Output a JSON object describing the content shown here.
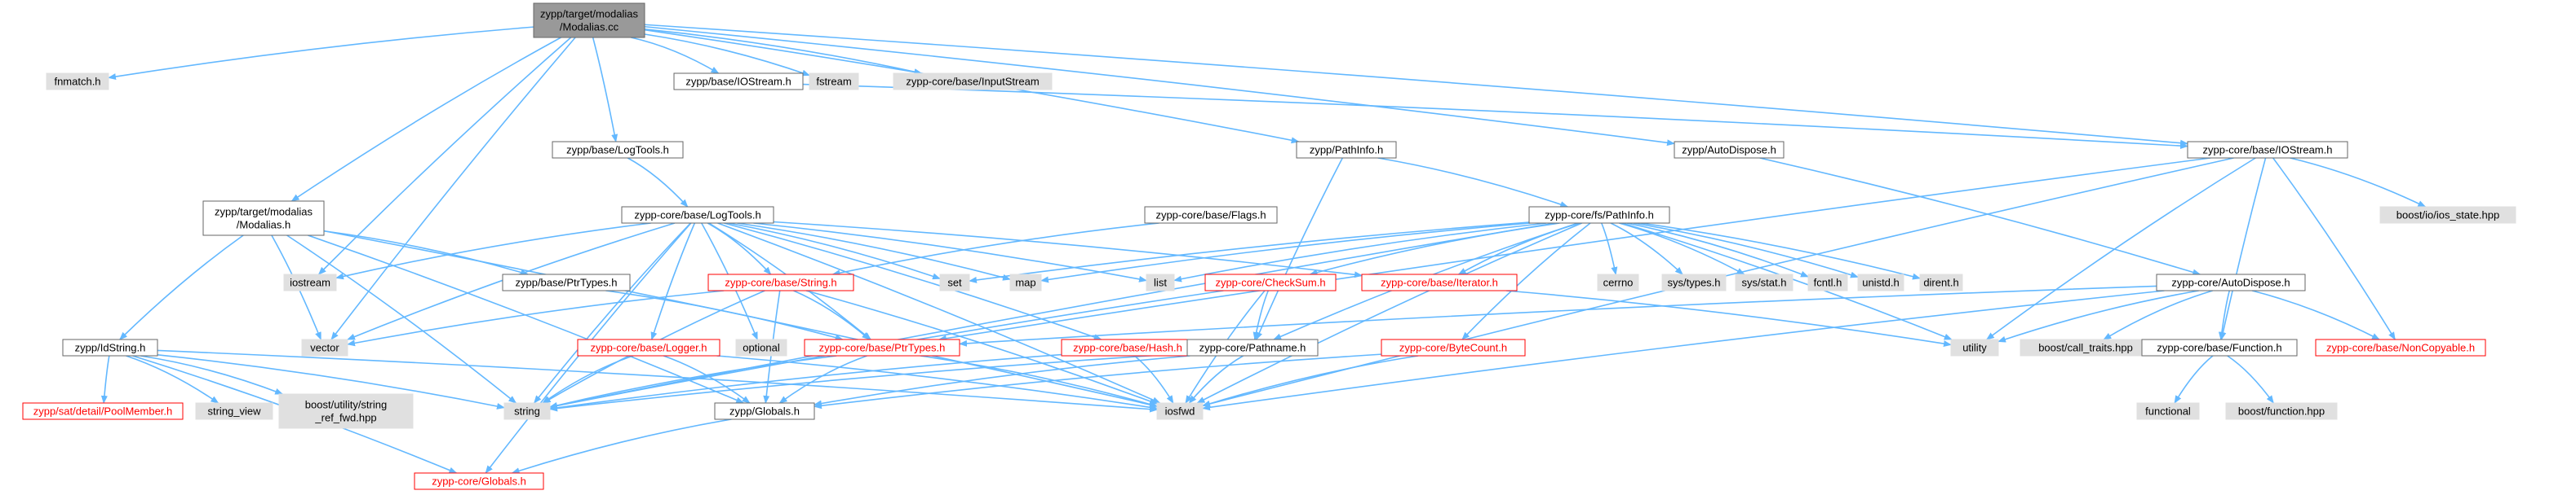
{
  "colors": {
    "edge": "#63b8ff",
    "border_normal": "#666666",
    "border_red": "#ff0000",
    "fill_root": "#999999",
    "fill_white": "#ffffff",
    "fill_gray": "#e0e0e0",
    "text": "#000000",
    "text_red": "#ff0000"
  },
  "nodes": [
    {
      "id": "modalias_cc",
      "lines": [
        "zypp/target/modalias",
        "/Modalias.cc"
      ],
      "style": "root"
    },
    {
      "id": "fnmatch",
      "lines": [
        "fnmatch.h"
      ],
      "style": "gray"
    },
    {
      "id": "base_iostream",
      "lines": [
        "zypp/base/IOStream.h"
      ],
      "style": "white"
    },
    {
      "id": "fstream",
      "lines": [
        "fstream"
      ],
      "style": "gray"
    },
    {
      "id": "inputstream",
      "lines": [
        "zypp-core/base/InputStream"
      ],
      "style": "gray"
    },
    {
      "id": "base_logtools",
      "lines": [
        "zypp/base/LogTools.h"
      ],
      "style": "white"
    },
    {
      "id": "pathinfo",
      "lines": [
        "zypp/PathInfo.h"
      ],
      "style": "white"
    },
    {
      "id": "autodispose",
      "lines": [
        "zypp/AutoDispose.h"
      ],
      "style": "white"
    },
    {
      "id": "core_iostream",
      "lines": [
        "zypp-core/base/IOStream.h"
      ],
      "style": "white"
    },
    {
      "id": "modalias_h",
      "lines": [
        "zypp/target/modalias",
        "/Modalias.h"
      ],
      "style": "white"
    },
    {
      "id": "core_logtools",
      "lines": [
        "zypp-core/base/LogTools.h"
      ],
      "style": "white"
    },
    {
      "id": "flags",
      "lines": [
        "zypp-core/base/Flags.h"
      ],
      "style": "white"
    },
    {
      "id": "fs_pathinfo",
      "lines": [
        "zypp-core/fs/PathInfo.h"
      ],
      "style": "white"
    },
    {
      "id": "ios_state",
      "lines": [
        "boost/io/ios_state.hpp"
      ],
      "style": "gray"
    },
    {
      "id": "iostream",
      "lines": [
        "iostream"
      ],
      "style": "gray"
    },
    {
      "id": "ptrtypes_base",
      "lines": [
        "zypp/base/PtrTypes.h"
      ],
      "style": "white"
    },
    {
      "id": "core_string",
      "lines": [
        "zypp-core/base/String.h"
      ],
      "style": "red"
    },
    {
      "id": "set",
      "lines": [
        "set"
      ],
      "style": "gray"
    },
    {
      "id": "map",
      "lines": [
        "map"
      ],
      "style": "gray"
    },
    {
      "id": "list",
      "lines": [
        "list"
      ],
      "style": "gray"
    },
    {
      "id": "checksum",
      "lines": [
        "zypp-core/CheckSum.h"
      ],
      "style": "red"
    },
    {
      "id": "iterator",
      "lines": [
        "zypp-core/base/Iterator.h"
      ],
      "style": "red"
    },
    {
      "id": "cerrno",
      "lines": [
        "cerrno"
      ],
      "style": "gray"
    },
    {
      "id": "sys_types",
      "lines": [
        "sys/types.h"
      ],
      "style": "gray"
    },
    {
      "id": "sys_stat",
      "lines": [
        "sys/stat.h"
      ],
      "style": "gray"
    },
    {
      "id": "fcntl",
      "lines": [
        "fcntl.h"
      ],
      "style": "gray"
    },
    {
      "id": "unistd",
      "lines": [
        "unistd.h"
      ],
      "style": "gray"
    },
    {
      "id": "dirent",
      "lines": [
        "dirent.h"
      ],
      "style": "gray"
    },
    {
      "id": "core_autodispose",
      "lines": [
        "zypp-core/AutoDispose.h"
      ],
      "style": "white"
    },
    {
      "id": "vector",
      "lines": [
        "vector"
      ],
      "style": "gray"
    },
    {
      "id": "optional",
      "lines": [
        "optional"
      ],
      "style": "gray"
    },
    {
      "id": "core_ptrtypes",
      "lines": [
        "zypp-core/base/PtrTypes.h"
      ],
      "style": "red"
    },
    {
      "id": "hash",
      "lines": [
        "zypp-core/base/Hash.h"
      ],
      "style": "red"
    },
    {
      "id": "pathname",
      "lines": [
        "zypp-core/Pathname.h"
      ],
      "style": "white"
    },
    {
      "id": "bytecount",
      "lines": [
        "zypp-core/ByteCount.h"
      ],
      "style": "red"
    },
    {
      "id": "utility",
      "lines": [
        "utility"
      ],
      "style": "gray"
    },
    {
      "id": "call_traits",
      "lines": [
        "boost/call_traits.hpp"
      ],
      "style": "gray"
    },
    {
      "id": "function",
      "lines": [
        "zypp-core/base/Function.h"
      ],
      "style": "white"
    },
    {
      "id": "noncopyable",
      "lines": [
        "zypp-core/base/NonCopyable.h"
      ],
      "style": "red"
    },
    {
      "id": "idstring",
      "lines": [
        "zypp/IdString.h"
      ],
      "style": "white"
    },
    {
      "id": "logger",
      "lines": [
        "zypp-core/base/Logger.h"
      ],
      "style": "red"
    },
    {
      "id": "poolmember",
      "lines": [
        "zypp/sat/detail/PoolMember.h"
      ],
      "style": "red"
    },
    {
      "id": "string_view",
      "lines": [
        "string_view"
      ],
      "style": "gray"
    },
    {
      "id": "string_ref",
      "lines": [
        "boost/utility/string",
        "_ref_fwd.hpp"
      ],
      "style": "gray"
    },
    {
      "id": "string",
      "lines": [
        "string"
      ],
      "style": "gray"
    },
    {
      "id": "globals_zypp",
      "lines": [
        "zypp/Globals.h"
      ],
      "style": "white"
    },
    {
      "id": "iosfwd",
      "lines": [
        "iosfwd"
      ],
      "style": "gray"
    },
    {
      "id": "functional",
      "lines": [
        "functional"
      ],
      "style": "gray"
    },
    {
      "id": "boost_function",
      "lines": [
        "boost/function.hpp"
      ],
      "style": "gray"
    },
    {
      "id": "core_globals",
      "lines": [
        "zypp-core/Globals.h"
      ],
      "style": "red"
    }
  ],
  "edges": [
    [
      "modalias_cc",
      "fnmatch"
    ],
    [
      "modalias_cc",
      "base_iostream"
    ],
    [
      "modalias_cc",
      "fstream"
    ],
    [
      "modalias_cc",
      "inputstream"
    ],
    [
      "modalias_cc",
      "base_logtools"
    ],
    [
      "modalias_cc",
      "pathinfo"
    ],
    [
      "modalias_cc",
      "autodispose"
    ],
    [
      "modalias_cc",
      "modalias_h"
    ],
    [
      "modalias_cc",
      "iostream"
    ],
    [
      "modalias_cc",
      "vector"
    ],
    [
      "modalias_cc",
      "core_iostream"
    ],
    [
      "base_iostream",
      "core_iostream"
    ],
    [
      "base_logtools",
      "core_logtools"
    ],
    [
      "pathinfo",
      "fs_pathinfo"
    ],
    [
      "pathinfo",
      "pathname"
    ],
    [
      "autodispose",
      "core_autodispose"
    ],
    [
      "core_iostream",
      "ios_state"
    ],
    [
      "core_iostream",
      "iosfwd"
    ],
    [
      "core_iostream",
      "utility"
    ],
    [
      "core_iostream",
      "noncopyable"
    ],
    [
      "core_iostream",
      "function"
    ],
    [
      "core_iostream",
      "core_ptrtypes"
    ],
    [
      "modalias_h",
      "ptrtypes_base"
    ],
    [
      "modalias_h",
      "idstring"
    ],
    [
      "modalias_h",
      "vector"
    ],
    [
      "modalias_h",
      "string"
    ],
    [
      "modalias_h",
      "iosfwd"
    ],
    [
      "modalias_h",
      "globals_zypp"
    ],
    [
      "core_logtools",
      "iostream"
    ],
    [
      "core_logtools",
      "vector"
    ],
    [
      "core_logtools",
      "core_string"
    ],
    [
      "core_logtools",
      "set"
    ],
    [
      "core_logtools",
      "map"
    ],
    [
      "core_logtools",
      "list"
    ],
    [
      "core_logtools",
      "optional"
    ],
    [
      "core_logtools",
      "logger"
    ],
    [
      "core_logtools",
      "core_ptrtypes"
    ],
    [
      "core_logtools",
      "iterator"
    ],
    [
      "core_logtools",
      "hash"
    ],
    [
      "core_logtools",
      "core_globals"
    ],
    [
      "core_logtools",
      "string"
    ],
    [
      "core_logtools",
      "iosfwd"
    ],
    [
      "flags",
      "core_string"
    ],
    [
      "fs_pathinfo",
      "set"
    ],
    [
      "fs_pathinfo",
      "map"
    ],
    [
      "fs_pathinfo",
      "list"
    ],
    [
      "fs_pathinfo",
      "checksum"
    ],
    [
      "fs_pathinfo",
      "iterator"
    ],
    [
      "fs_pathinfo",
      "cerrno"
    ],
    [
      "fs_pathinfo",
      "sys_types"
    ],
    [
      "fs_pathinfo",
      "sys_stat"
    ],
    [
      "fs_pathinfo",
      "fcntl"
    ],
    [
      "fs_pathinfo",
      "unistd"
    ],
    [
      "fs_pathinfo",
      "dirent"
    ],
    [
      "fs_pathinfo",
      "pathname"
    ],
    [
      "fs_pathinfo",
      "bytecount"
    ],
    [
      "fs_pathinfo",
      "iosfwd"
    ],
    [
      "fs_pathinfo",
      "string"
    ],
    [
      "fs_pathinfo",
      "utility"
    ],
    [
      "ptrtypes_base",
      "core_ptrtypes"
    ],
    [
      "core_string",
      "vector"
    ],
    [
      "core_string",
      "string"
    ],
    [
      "core_string",
      "iosfwd"
    ],
    [
      "core_string",
      "core_ptrtypes"
    ],
    [
      "core_string",
      "globals_zypp"
    ],
    [
      "checksum",
      "pathname"
    ],
    [
      "checksum",
      "iosfwd"
    ],
    [
      "checksum",
      "string"
    ],
    [
      "iterator",
      "utility"
    ],
    [
      "core_autodispose",
      "utility"
    ],
    [
      "core_autodispose",
      "call_traits"
    ],
    [
      "core_autodispose",
      "function"
    ],
    [
      "core_autodispose",
      "noncopyable"
    ],
    [
      "core_autodispose",
      "core_ptrtypes"
    ],
    [
      "core_autodispose",
      "iosfwd"
    ],
    [
      "core_ptrtypes",
      "string"
    ],
    [
      "core_ptrtypes",
      "globals_zypp"
    ],
    [
      "core_ptrtypes",
      "iosfwd"
    ],
    [
      "hash",
      "iosfwd"
    ],
    [
      "hash",
      "string"
    ],
    [
      "pathname",
      "string"
    ],
    [
      "pathname",
      "iosfwd"
    ],
    [
      "pathname",
      "globals_zypp"
    ],
    [
      "bytecount",
      "iosfwd"
    ],
    [
      "bytecount",
      "globals_zypp"
    ],
    [
      "function",
      "functional"
    ],
    [
      "function",
      "boost_function"
    ],
    [
      "idstring",
      "poolmember"
    ],
    [
      "idstring",
      "string_view"
    ],
    [
      "idstring",
      "string_ref"
    ],
    [
      "idstring",
      "core_globals"
    ],
    [
      "idstring",
      "string"
    ],
    [
      "idstring",
      "iosfwd"
    ],
    [
      "logger",
      "string"
    ],
    [
      "logger",
      "globals_zypp"
    ],
    [
      "logger",
      "iosfwd"
    ],
    [
      "globals_zypp",
      "core_globals"
    ]
  ]
}
